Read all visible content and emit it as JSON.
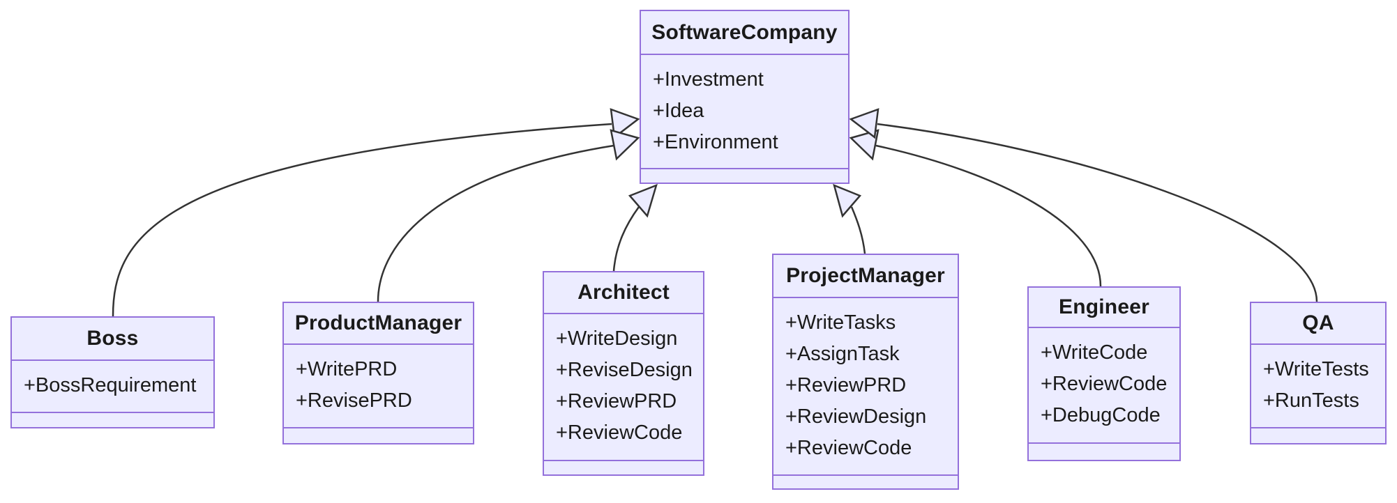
{
  "diagram": {
    "type": "class-diagram",
    "colors": {
      "node_fill": "#ECECFF",
      "node_border": "#9370DB",
      "edge_line": "#333333",
      "text": "#1a1a1a",
      "background": "#ffffff"
    },
    "classes": [
      {
        "name": "SoftwareCompany",
        "attributes": [
          "+Investment",
          "+Idea",
          "+Environment"
        ],
        "methods": []
      },
      {
        "name": "Boss",
        "attributes": [
          "+BossRequirement"
        ],
        "methods": []
      },
      {
        "name": "ProductManager",
        "attributes": [
          "+WritePRD",
          "+RevisePRD"
        ],
        "methods": []
      },
      {
        "name": "Architect",
        "attributes": [
          "+WriteDesign",
          "+ReviseDesign",
          "+ReviewPRD",
          "+ReviewCode"
        ],
        "methods": []
      },
      {
        "name": "ProjectManager",
        "attributes": [
          "+WriteTasks",
          "+AssignTask",
          "+ReviewPRD",
          "+ReviewDesign",
          "+ReviewCode"
        ],
        "methods": []
      },
      {
        "name": "Engineer",
        "attributes": [
          "+WriteCode",
          "+ReviewCode",
          "+DebugCode"
        ],
        "methods": []
      },
      {
        "name": "QA",
        "attributes": [
          "+WriteTests",
          "+RunTests"
        ],
        "methods": []
      }
    ],
    "relationships": [
      {
        "from": "Boss",
        "to": "SoftwareCompany",
        "type": "inheritance"
      },
      {
        "from": "ProductManager",
        "to": "SoftwareCompany",
        "type": "inheritance"
      },
      {
        "from": "Architect",
        "to": "SoftwareCompany",
        "type": "inheritance"
      },
      {
        "from": "ProjectManager",
        "to": "SoftwareCompany",
        "type": "inheritance"
      },
      {
        "from": "Engineer",
        "to": "SoftwareCompany",
        "type": "inheritance"
      },
      {
        "from": "QA",
        "to": "SoftwareCompany",
        "type": "inheritance"
      }
    ]
  }
}
